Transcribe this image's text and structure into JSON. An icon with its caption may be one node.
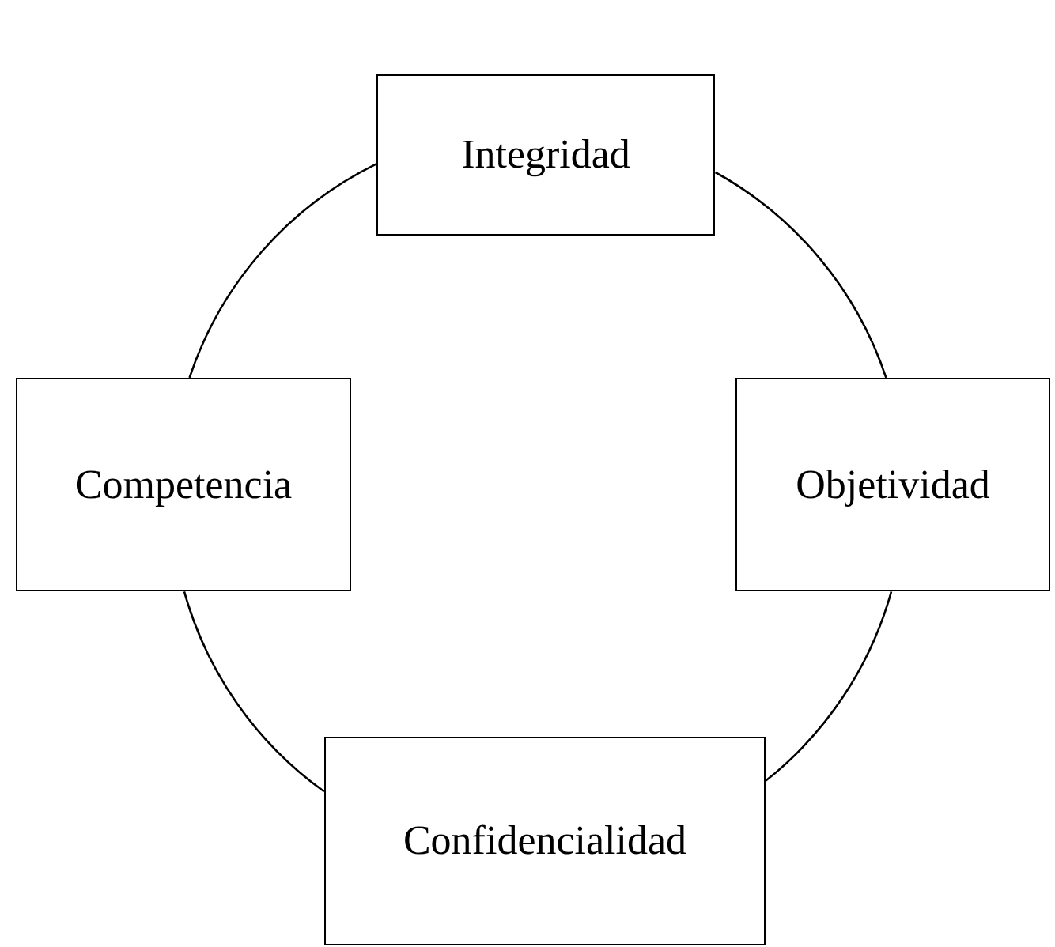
{
  "diagram": {
    "nodes": [
      {
        "text": [
          "Integridad"
        ]
      },
      {
        "text": [
          "Competencia"
        ]
      },
      {
        "text": [
          "Objetividad"
        ]
      },
      {
        "text": [
          "Confidencialidad"
        ]
      }
    ],
    "edges": [
      {
        "from": 0,
        "to": 2,
        "arrow": "none"
      },
      {
        "from": 2,
        "to": 3,
        "arrow": "none"
      },
      {
        "from": 3,
        "to": 1,
        "arrow": "none"
      },
      {
        "from": 1,
        "to": 0,
        "arrow": "none"
      }
    ]
  }
}
